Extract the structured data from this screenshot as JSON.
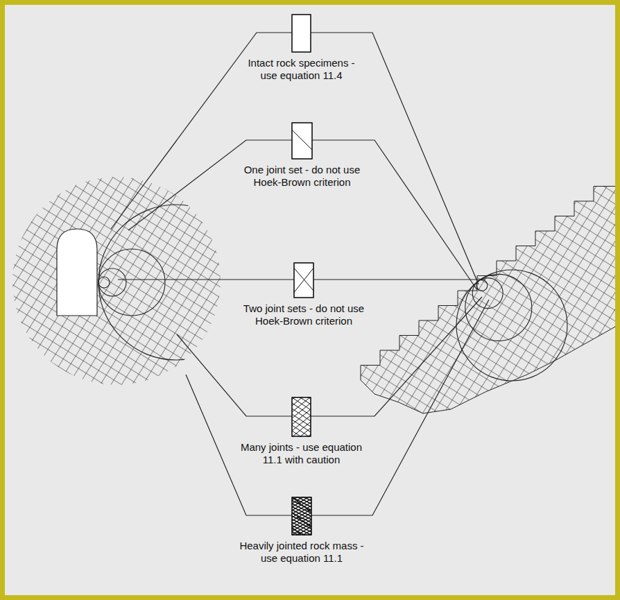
{
  "diagram": {
    "nodes": [
      {
        "text": [
          "Intact rock specimens - use equation 11.4"
        ]
      },
      {
        "text": [
          "One joint set - do not use Hoek-Brown criterion"
        ]
      },
      {
        "text": [
          "Two joint sets - do not use Hoek-Brown criterion"
        ]
      },
      {
        "text": [
          "Many joints - use equation 11.1 with caution"
        ]
      },
      {
        "text": [
          "Heavily jointed rock mass - use equation 11.1"
        ]
      }
    ]
  }
}
